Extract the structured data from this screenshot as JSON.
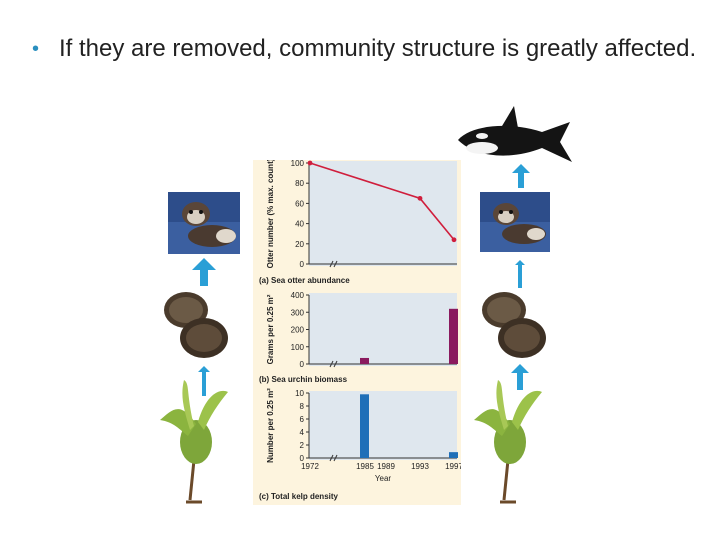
{
  "slide": {
    "bullet": "If they are removed, community structure is greatly affected."
  },
  "colors": {
    "line_red": "#d01e3c",
    "bar_purple": "#8a1a5e",
    "bar_blue": "#1f6fb8",
    "arrow_blue": "#2a9fd6",
    "panel_bg": "#dfe7ee",
    "figure_bg": "#fdf4de"
  },
  "icons": [
    "sea-otter-photo",
    "urchin-photo",
    "kelp-illustration",
    "orca-illustration",
    "arrow-up-icon"
  ],
  "chart_data": [
    {
      "type": "line",
      "caption": "(a) Sea otter abundance",
      "ylabel": "Otter number (% max. count)",
      "ylim": [
        0,
        100
      ],
      "yticks": [
        "0",
        "20",
        "40",
        "60",
        "80",
        "100"
      ],
      "x": [
        "1972",
        "1993",
        "1997"
      ],
      "values": [
        100,
        65,
        24
      ],
      "axis_break": true
    },
    {
      "type": "bar",
      "caption": "(b) Sea urchin biomass",
      "ylabel": "Grams per 0.25 m²",
      "ylim": [
        0,
        400
      ],
      "yticks": [
        "0",
        "100",
        "200",
        "300",
        "400"
      ],
      "categories": [
        "1985",
        "1997"
      ],
      "values": [
        35,
        320
      ],
      "axis_break": true
    },
    {
      "type": "bar",
      "caption": "(c) Total kelp density",
      "ylabel": "Number per 0.25 m²",
      "xlabel": "Year",
      "ylim": [
        0,
        10
      ],
      "yticks": [
        "0",
        "2",
        "4",
        "6",
        "8",
        "10"
      ],
      "xticks": [
        "1972",
        "1985",
        "1989",
        "1993",
        "1997"
      ],
      "categories": [
        "1985",
        "1997"
      ],
      "values": [
        9.8,
        0.9
      ],
      "axis_break": true
    }
  ]
}
